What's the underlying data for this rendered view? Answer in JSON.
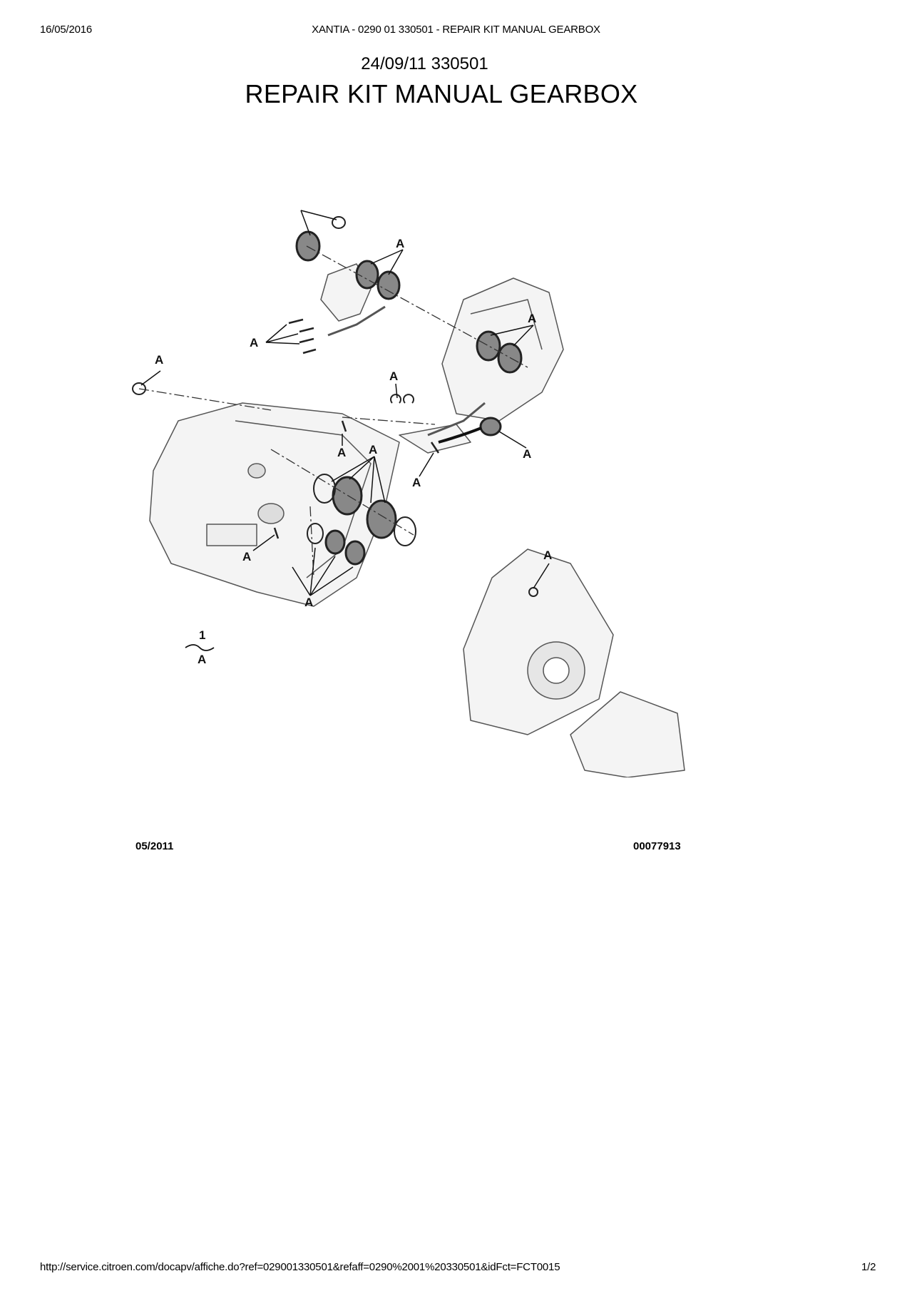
{
  "header": {
    "date": "16/05/2016",
    "title": "XANTIA - 0290 01 330501 - REPAIR KIT MANUAL GEARBOX"
  },
  "document": {
    "subtitle": "24/09/11 330501",
    "title": "REPAIR KIT MANUAL GEARBOX"
  },
  "diagram": {
    "part_label": "A",
    "legend_number": "1",
    "legend_letter": "A",
    "date_code": "05/2011",
    "ref_code": "00077913"
  },
  "footer": {
    "url": "http://service.citroen.com/docapv/affiche.do?ref=029001330501&refaff=0290%2001%20330501&idFct=FCT0015",
    "page": "1/2"
  }
}
